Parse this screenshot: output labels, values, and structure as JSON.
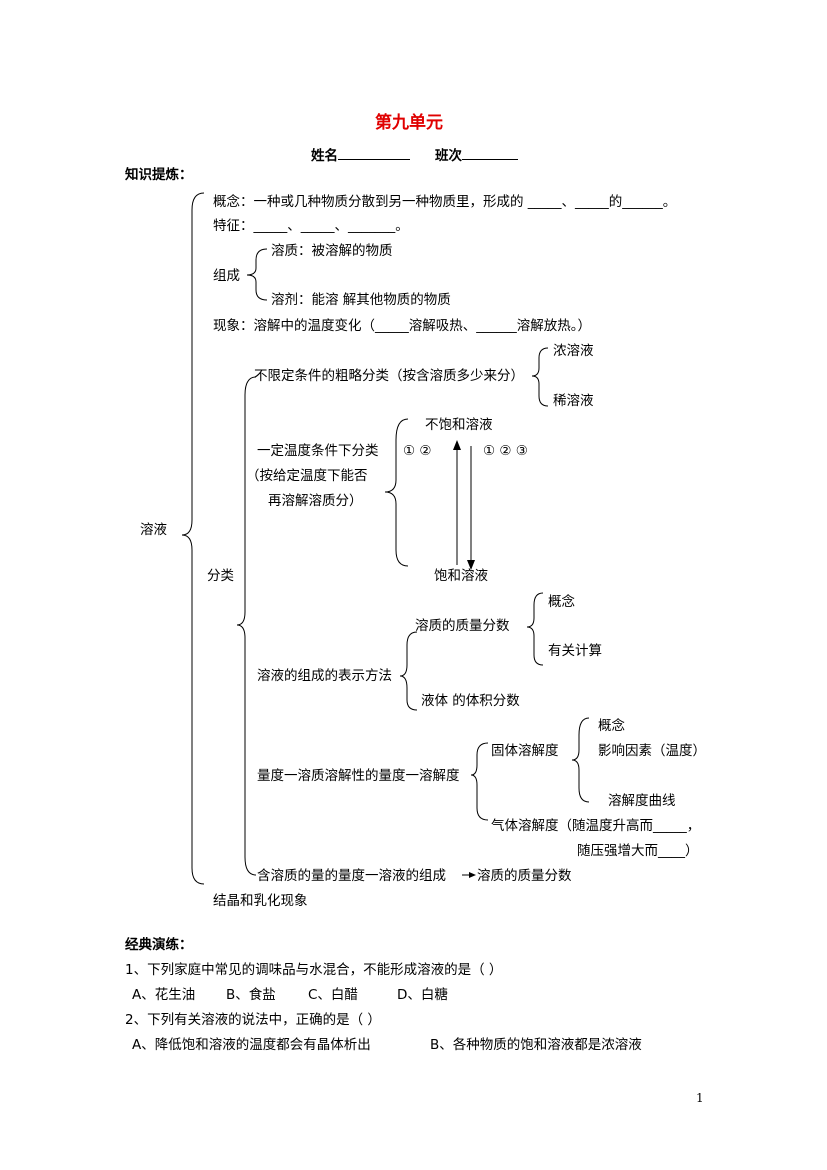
{
  "header": {
    "title": "第九单元",
    "name_label": "姓名",
    "class_label": "班次"
  },
  "section1": "知识提炼：",
  "tree": {
    "root": "溶液",
    "concept": "概念：一种或几种物质分散到另一种物质里，形成的 _____、_____的______。",
    "feature": "特征：_____、_____、_______。",
    "composition": "组成",
    "solute": "溶质：被溶解的物质",
    "solvent": "溶剂：能溶 解其他物质的物质",
    "phenomenon": "现象：溶解中的温度变化（_____溶解吸热、______溶解放热。）",
    "classify": "分类",
    "rough": "不限定条件的粗略分类（按含溶质多少来分）",
    "conc": "浓溶液",
    "dilute": "稀溶液",
    "temp_cond": "一定温度条件下分类",
    "temp_note1": "（按给定温度下能否",
    "temp_note2": "再溶解溶质分）",
    "unsat": "不饱和溶液",
    "sat": "饱和溶液",
    "marks_left": "①   ②",
    "marks_right": "①   ②   ③",
    "repr": "溶液的组成的表示方法",
    "mass_frac": "溶质的质量分数",
    "mf_concept": "概念",
    "mf_calc": "有关计算",
    "vol_frac": "液体 的体积分数",
    "solubility": "量度一溶质溶解性的量度一溶解度",
    "solid_sol": "固体溶解度",
    "ss_concept": "概念",
    "ss_factors": "影响因素（温度）",
    "ss_curve": "溶解度曲线",
    "gas_sol": "气体溶解度（随温度升高而_____，",
    "gas_sol2": "随压强增大而____）",
    "amount": "含溶质的量的量度一溶液的组成",
    "amount2": "溶质的质量分数",
    "crystal": "结晶和乳化现象"
  },
  "section2": "经典演练：",
  "questions": [
    {
      "stem": "1、下列家庭中常见的调味品与水混合，不能形成溶液的是（      ）",
      "options": [
        "A、花生油",
        "B、食盐",
        "C、白醋",
        "D、白糖"
      ]
    },
    {
      "stem": "2、下列有关溶液的说法中，正确的是（      ）",
      "options": [
        "A、降低饱和溶液的温度都会有晶体析出",
        "B、各种物质的饱和溶液都是浓溶液"
      ]
    }
  ],
  "page_number": "1"
}
